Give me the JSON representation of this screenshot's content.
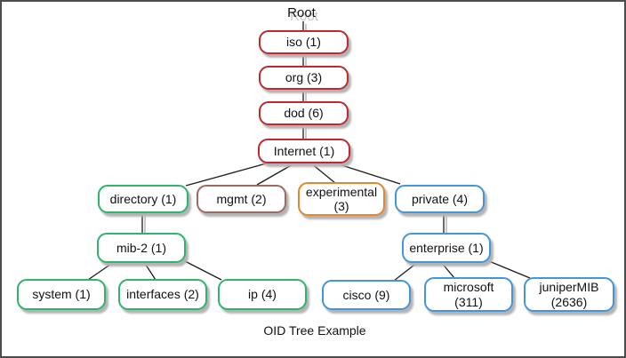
{
  "diagram": {
    "caption": "OID Tree Example",
    "root_label": "Root",
    "nodes": [
      {
        "id": "iso",
        "lines": [
          "iso (1)"
        ],
        "color": "red"
      },
      {
        "id": "org",
        "lines": [
          "org (3)"
        ],
        "color": "red"
      },
      {
        "id": "dod",
        "lines": [
          "dod (6)"
        ],
        "color": "red"
      },
      {
        "id": "internet",
        "lines": [
          "Internet (1)"
        ],
        "color": "red"
      },
      {
        "id": "directory",
        "lines": [
          "directory (1)"
        ],
        "color": "green"
      },
      {
        "id": "mgmt",
        "lines": [
          "mgmt (2)"
        ],
        "color": "brown"
      },
      {
        "id": "experimental",
        "lines": [
          "experimental",
          "(3)"
        ],
        "color": "orange"
      },
      {
        "id": "private",
        "lines": [
          "private (4)"
        ],
        "color": "blue"
      },
      {
        "id": "mib-2",
        "lines": [
          "mib-2 (1)"
        ],
        "color": "green"
      },
      {
        "id": "enterprise",
        "lines": [
          "enterprise (1)"
        ],
        "color": "blue"
      },
      {
        "id": "system",
        "lines": [
          "system (1)"
        ],
        "color": "green"
      },
      {
        "id": "interfaces",
        "lines": [
          "interfaces (2)"
        ],
        "color": "green"
      },
      {
        "id": "ip",
        "lines": [
          "ip (4)"
        ],
        "color": "green"
      },
      {
        "id": "cisco",
        "lines": [
          "cisco (9)"
        ],
        "color": "blue"
      },
      {
        "id": "microsoft",
        "lines": [
          "microsoft",
          "(311)"
        ],
        "color": "blue"
      },
      {
        "id": "juniperMIB",
        "lines": [
          "juniperMIB",
          "(2636)"
        ],
        "color": "blue"
      }
    ],
    "edges": [
      {
        "from": "Root",
        "to": "iso"
      },
      {
        "from": "iso",
        "to": "org"
      },
      {
        "from": "org",
        "to": "dod"
      },
      {
        "from": "dod",
        "to": "internet"
      },
      {
        "from": "internet",
        "to": "directory"
      },
      {
        "from": "internet",
        "to": "mgmt"
      },
      {
        "from": "internet",
        "to": "experimental"
      },
      {
        "from": "internet",
        "to": "private"
      },
      {
        "from": "directory",
        "to": "mib-2"
      },
      {
        "from": "mib-2",
        "to": "system"
      },
      {
        "from": "mib-2",
        "to": "interfaces"
      },
      {
        "from": "mib-2",
        "to": "ip"
      },
      {
        "from": "private",
        "to": "enterprise"
      },
      {
        "from": "enterprise",
        "to": "cisco"
      },
      {
        "from": "enterprise",
        "to": "microsoft"
      },
      {
        "from": "enterprise",
        "to": "juniperMIB"
      }
    ]
  },
  "colors": {
    "red": "#c3282d",
    "green": "#2eb46b",
    "blue": "#4596d9",
    "orange": "#e2882f",
    "brown": "#9d6a61",
    "line": "#1c1c1c",
    "ghost_line": "#c9c9c9",
    "text": "#111111",
    "outer_border": "#4d4d4d"
  }
}
